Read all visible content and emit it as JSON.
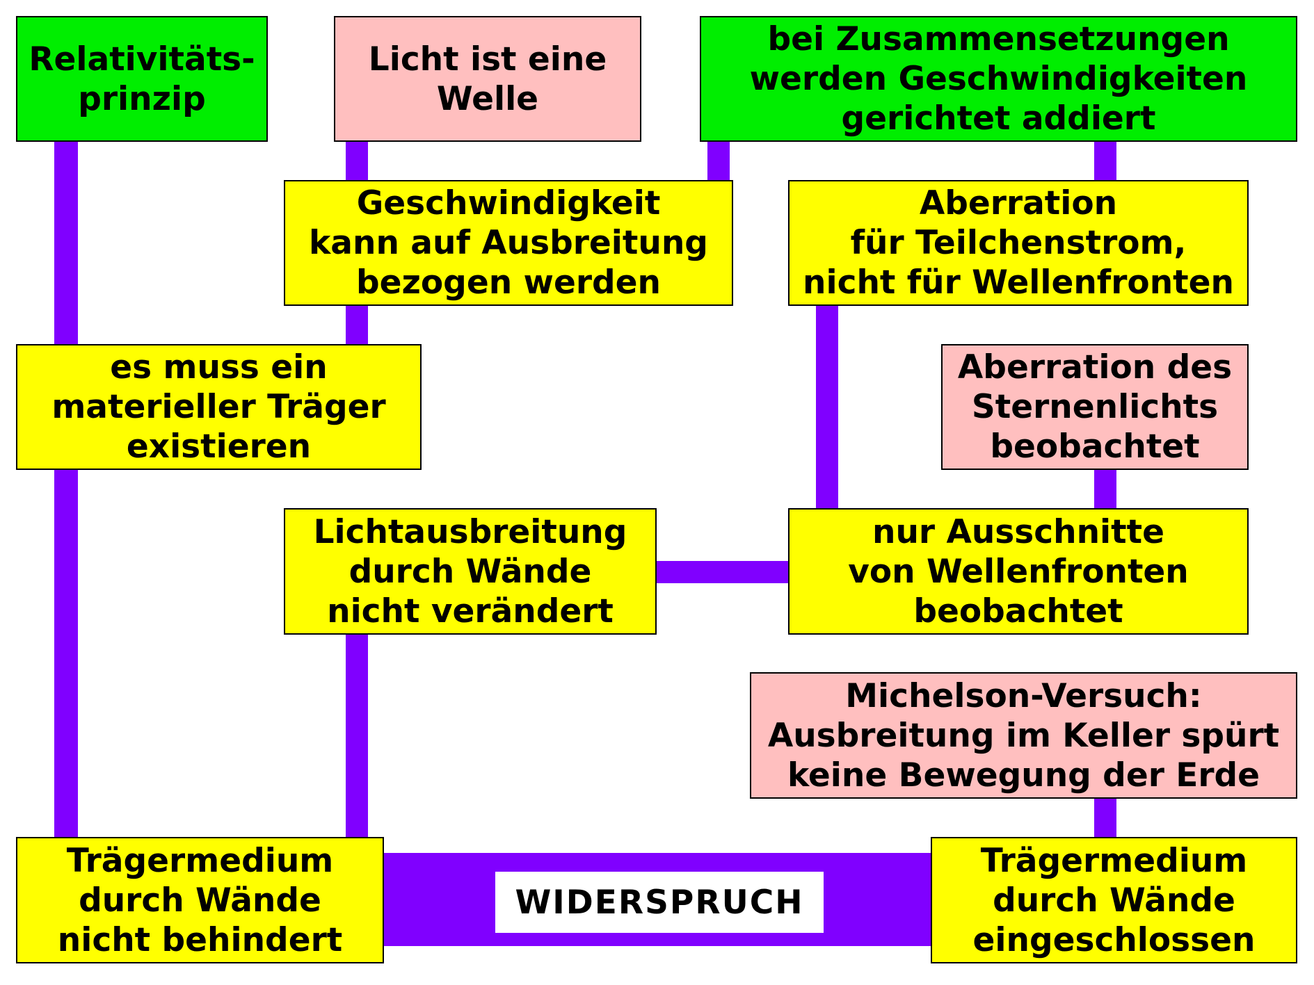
{
  "colors": {
    "green": "#00ee00",
    "pink": "#ffbfbf",
    "yellow": "#ffff00",
    "connector": "#8000ff"
  },
  "boxes": {
    "relativity_principle": {
      "color": "green",
      "lines": [
        "Relativitäts-",
        "prinzip"
      ]
    },
    "light_is_wave": {
      "color": "pink",
      "lines": [
        "Licht ist eine",
        "Welle"
      ]
    },
    "velocity_addition": {
      "color": "green",
      "lines": [
        "bei Zusammensetzungen",
        "werden Geschwindigkeiten",
        "gerichtet addiert"
      ]
    },
    "speed_relative_to_propagation": {
      "color": "yellow",
      "lines": [
        "Geschwindigkeit",
        "kann auf Ausbreitung",
        "bezogen werden"
      ]
    },
    "aberration_particle_stream": {
      "color": "yellow",
      "lines": [
        "Aberration",
        "für Teilchenstrom,",
        "nicht für Wellenfronten"
      ]
    },
    "material_carrier_exists": {
      "color": "yellow",
      "lines": [
        "es muss ein",
        "materieller Träger",
        "existieren"
      ]
    },
    "starlight_aberration_observed": {
      "color": "pink",
      "lines": [
        "Aberration des",
        "Sternenlichts",
        "beobachtet"
      ]
    },
    "propagation_through_walls_unchanged": {
      "color": "yellow",
      "lines": [
        "Lichtausbreitung",
        "durch Wände",
        "nicht verändert"
      ]
    },
    "wavefront_sections_observed": {
      "color": "yellow",
      "lines": [
        "nur Ausschnitte",
        "von Wellenfronten",
        "beobachtet"
      ]
    },
    "michelson_experiment": {
      "color": "pink",
      "lines": [
        "Michelson-Versuch:",
        "Ausbreitung im Keller spürt",
        "keine Bewegung der Erde"
      ]
    },
    "medium_not_obstructed": {
      "color": "yellow",
      "lines": [
        "Trägermedium",
        "durch Wände",
        "nicht behindert"
      ]
    },
    "medium_enclosed": {
      "color": "yellow",
      "lines": [
        "Trägermedium",
        "durch Wände",
        "eingeschlossen"
      ]
    }
  },
  "contradiction_label": "WIDERSPRUCH"
}
